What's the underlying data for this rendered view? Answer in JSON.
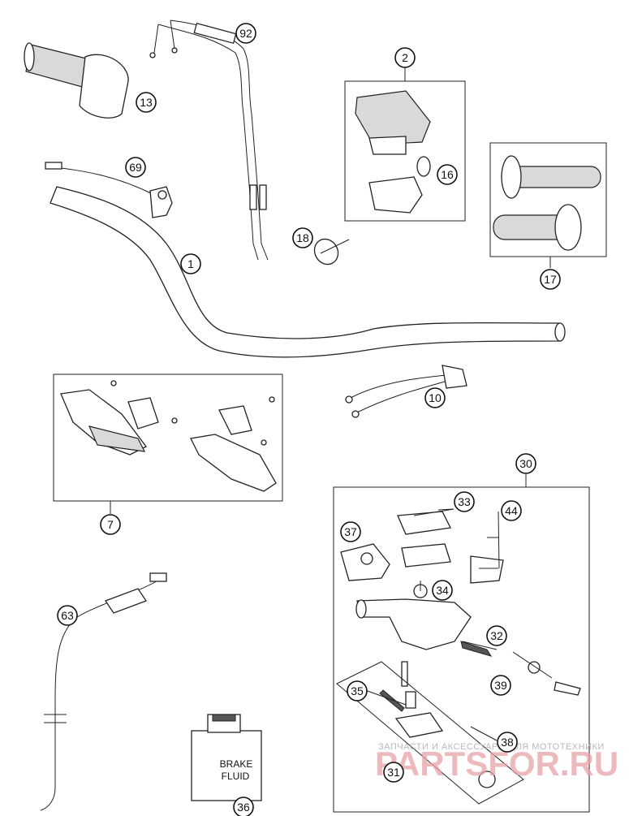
{
  "callouts": [
    {
      "id": "c92",
      "label": "92"
    },
    {
      "id": "c13",
      "label": "13"
    },
    {
      "id": "c2",
      "label": "2"
    },
    {
      "id": "c69",
      "label": "69"
    },
    {
      "id": "c16",
      "label": "16"
    },
    {
      "id": "c17",
      "label": "17"
    },
    {
      "id": "c18",
      "label": "18"
    },
    {
      "id": "c1",
      "label": "1"
    },
    {
      "id": "c10",
      "label": "10"
    },
    {
      "id": "c7",
      "label": "7"
    },
    {
      "id": "c30",
      "label": "30"
    },
    {
      "id": "c33",
      "label": "33"
    },
    {
      "id": "c44",
      "label": "44"
    },
    {
      "id": "c37",
      "label": "37"
    },
    {
      "id": "c34",
      "label": "34"
    },
    {
      "id": "c63",
      "label": "63"
    },
    {
      "id": "c32",
      "label": "32"
    },
    {
      "id": "c39",
      "label": "39"
    },
    {
      "id": "c35",
      "label": "35"
    },
    {
      "id": "c38",
      "label": "38"
    },
    {
      "id": "c31",
      "label": "31"
    },
    {
      "id": "c36",
      "label": "36"
    }
  ],
  "brake_fluid": {
    "line1": "BRAKE",
    "line2": "FLUID"
  },
  "watermark": {
    "text": "ЗАПЧАСТИ И АКСЕССУАРЫ ДЛЯ МОТОТЕХНИКИ",
    "logo": "PARTSFOR.RU"
  }
}
